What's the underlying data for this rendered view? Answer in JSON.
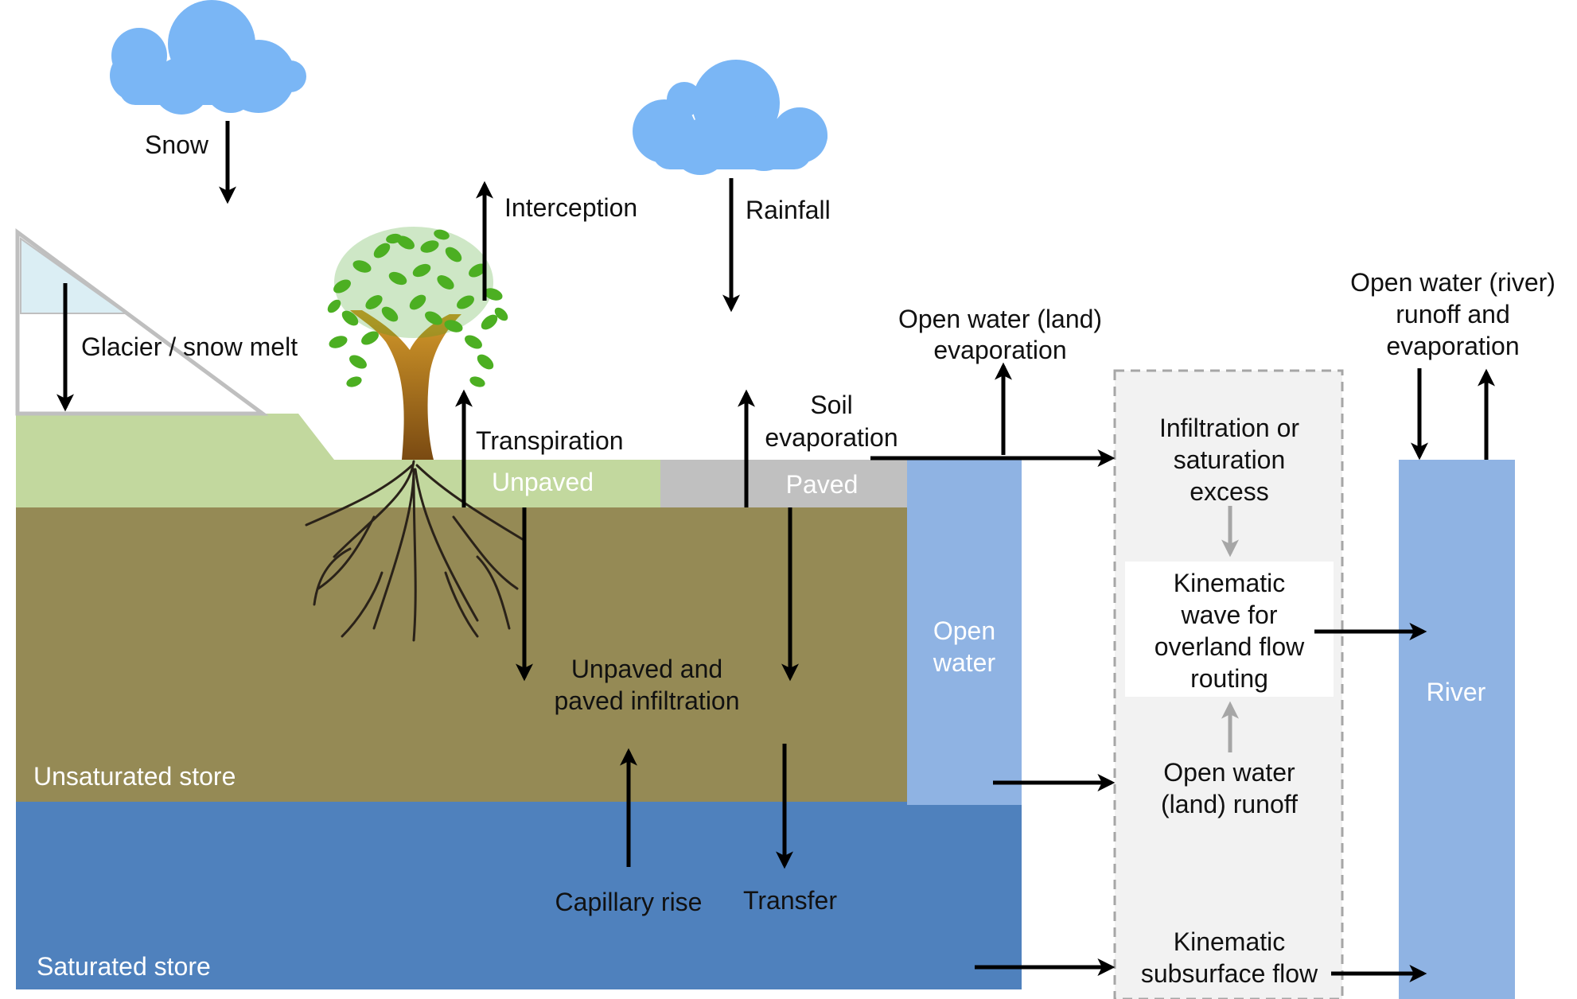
{
  "labels": {
    "snow": "Snow",
    "interception": "Interception",
    "rainfall": "Rainfall",
    "glacier_melt": "Glacier / snow melt",
    "transpiration": "Transpiration",
    "soil_evap_1": "Soil",
    "soil_evap_2": "evaporation",
    "open_water_land_evap_1": "Open water (land)",
    "open_water_land_evap_2": "evaporation",
    "open_water_river_1": "Open water (river)",
    "open_water_river_2": "runoff and",
    "open_water_river_3": "evaporation",
    "unpaved": "Unpaved",
    "paved": "Paved",
    "infiltration_1": "Unpaved and",
    "infiltration_2": "paved infiltration",
    "unsaturated_store": "Unsaturated store",
    "saturated_store": "Saturated store",
    "capillary_rise": "Capillary rise",
    "transfer": "Transfer",
    "open_water_1": "Open",
    "open_water_2": "water",
    "river": "River",
    "infil_excess_1": "Infiltration or",
    "infil_excess_2": "saturation",
    "infil_excess_3": "excess",
    "kinematic_1": "Kinematic",
    "kinematic_2": "wave for",
    "kinematic_3": "overland flow",
    "kinematic_4": "routing",
    "ow_land_runoff_1": "Open water",
    "ow_land_runoff_2": "(land) runoff",
    "kin_sub_1": "Kinematic",
    "kin_sub_2": "subsurface flow"
  },
  "colors": {
    "cloud": "#7ab6f5",
    "grass": "#c2d89e",
    "paved": "#c0c0c0",
    "soil": "#958a55",
    "saturated": "#4f81bd",
    "open_water": "#8fb3e3",
    "river": "#8fb3e3",
    "glacier_ice": "#dbeef4",
    "routing_box": "#f2f2f2",
    "trunk": "#a0631c",
    "leaves": "#4caf22"
  },
  "icons": {
    "clouds": "cloud-icon",
    "tree": "tree-icon",
    "glacier": "glacier-icon"
  }
}
